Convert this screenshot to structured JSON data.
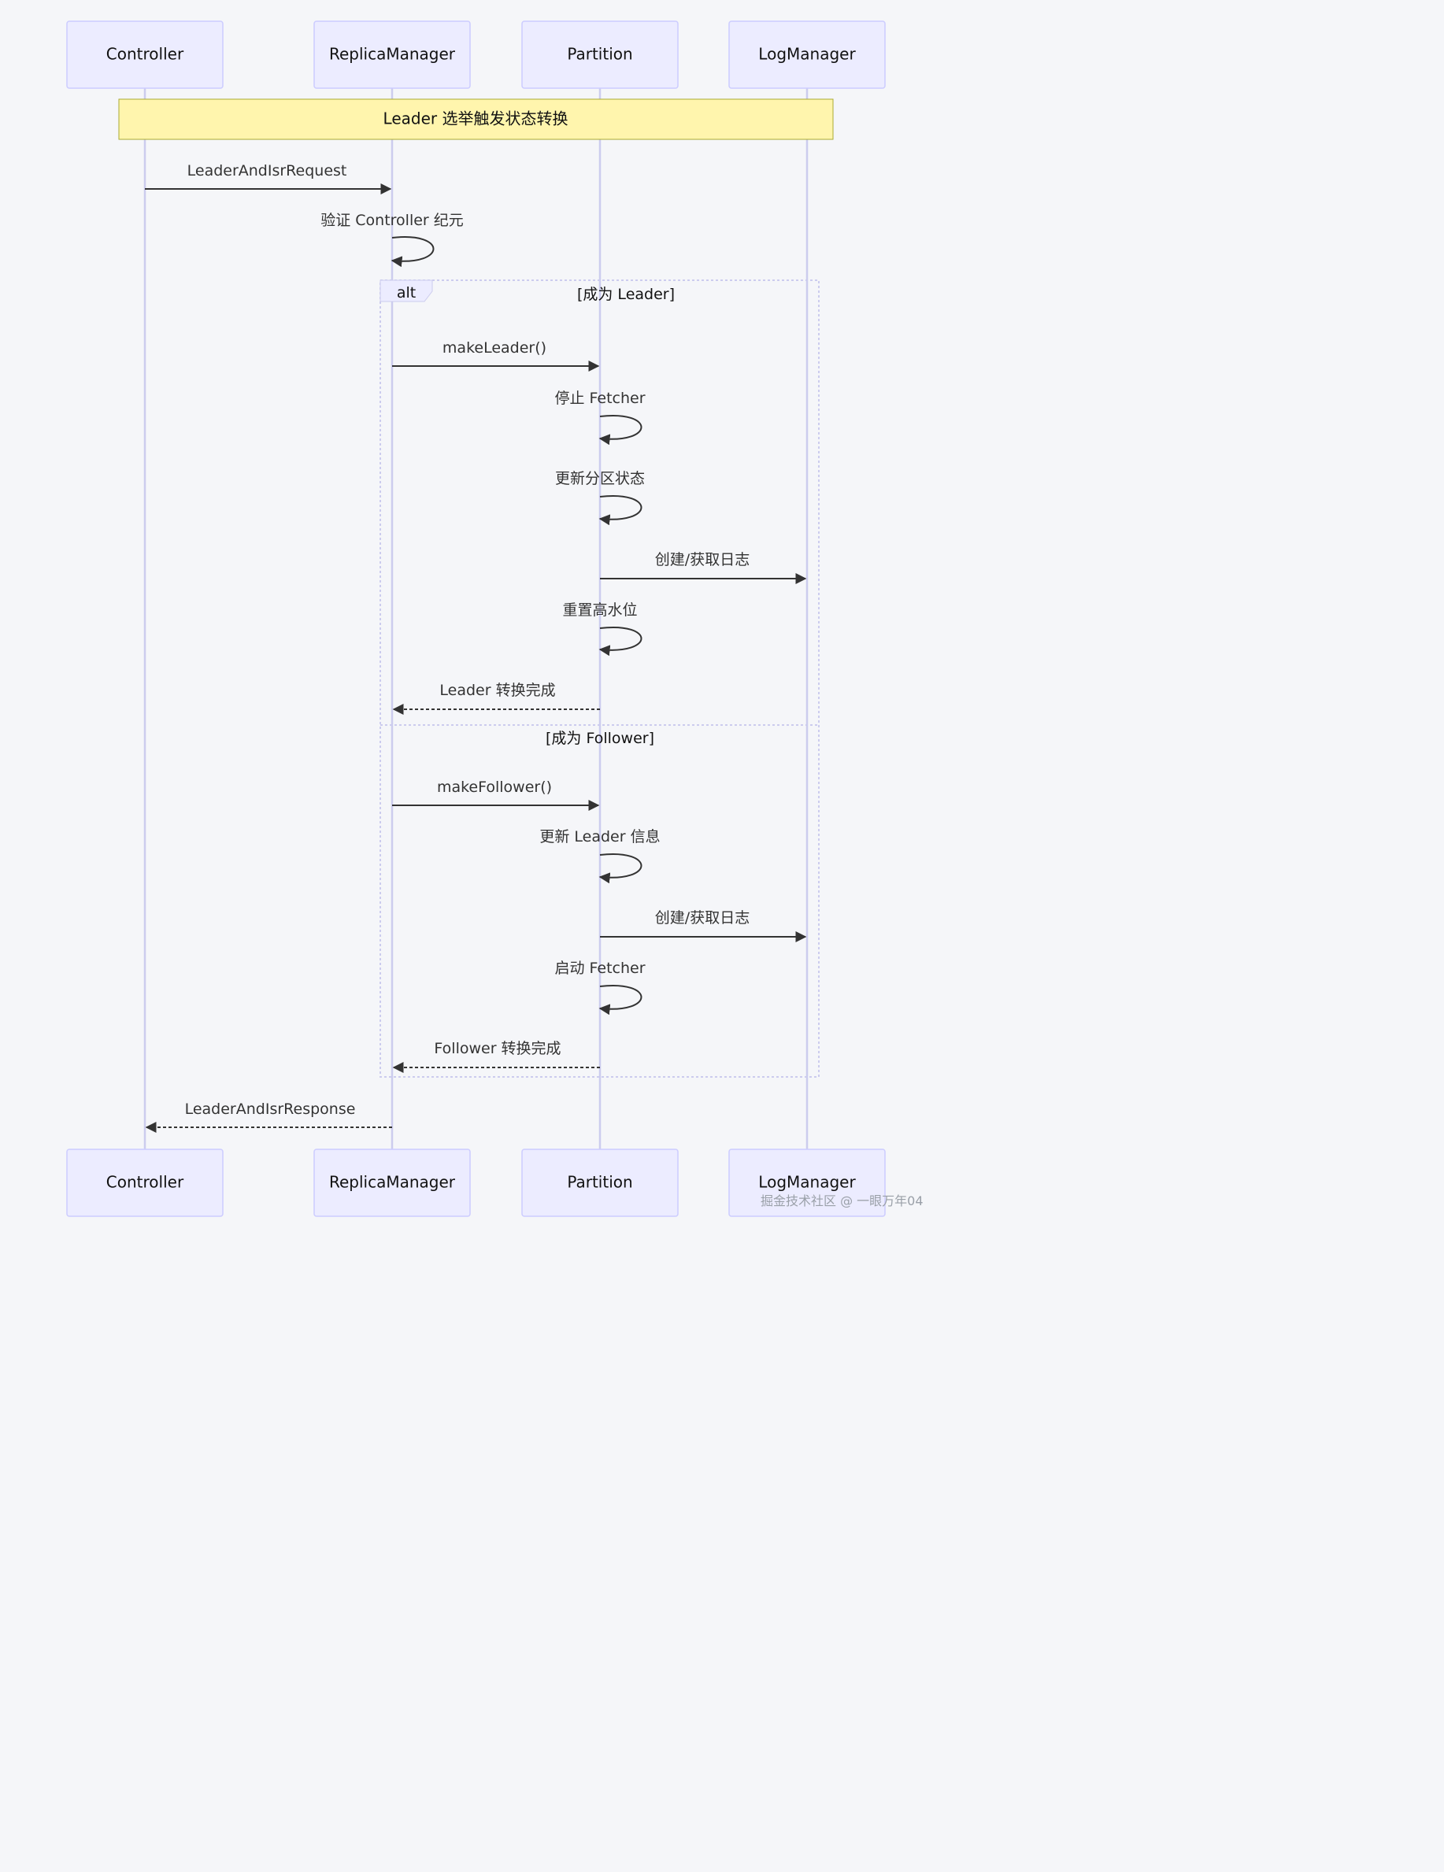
{
  "actors": [
    "Controller",
    "ReplicaManager",
    "Partition",
    "LogManager"
  ],
  "note": "Leader 选举触发状态转换",
  "messages": {
    "m1": "LeaderAndIsrRequest",
    "m2": "验证 Controller 纪元",
    "m3": "makeLeader()",
    "m4": "停止 Fetcher",
    "m5": "更新分区状态",
    "m6": "创建/获取日志",
    "m7": "重置高水位",
    "m8": "Leader 转换完成",
    "m9": "makeFollower()",
    "m10": "更新 Leader 信息",
    "m11": "创建/获取日志",
    "m12": "启动 Fetcher",
    "m13": "Follower 转换完成",
    "m14": "LeaderAndIsrResponse"
  },
  "alt": {
    "keyword": "alt",
    "condition1": "[成为 Leader]",
    "condition2": "[成为 Follower]"
  },
  "watermark": "掘金技术社区 @ 一眼万年04",
  "colors": {
    "background": "#f5f6f9",
    "actor_fill": "#ececff",
    "actor_border": "#ccccff",
    "note_fill": "#fff5ad",
    "note_border": "#aaaa33",
    "line": "#333333"
  }
}
